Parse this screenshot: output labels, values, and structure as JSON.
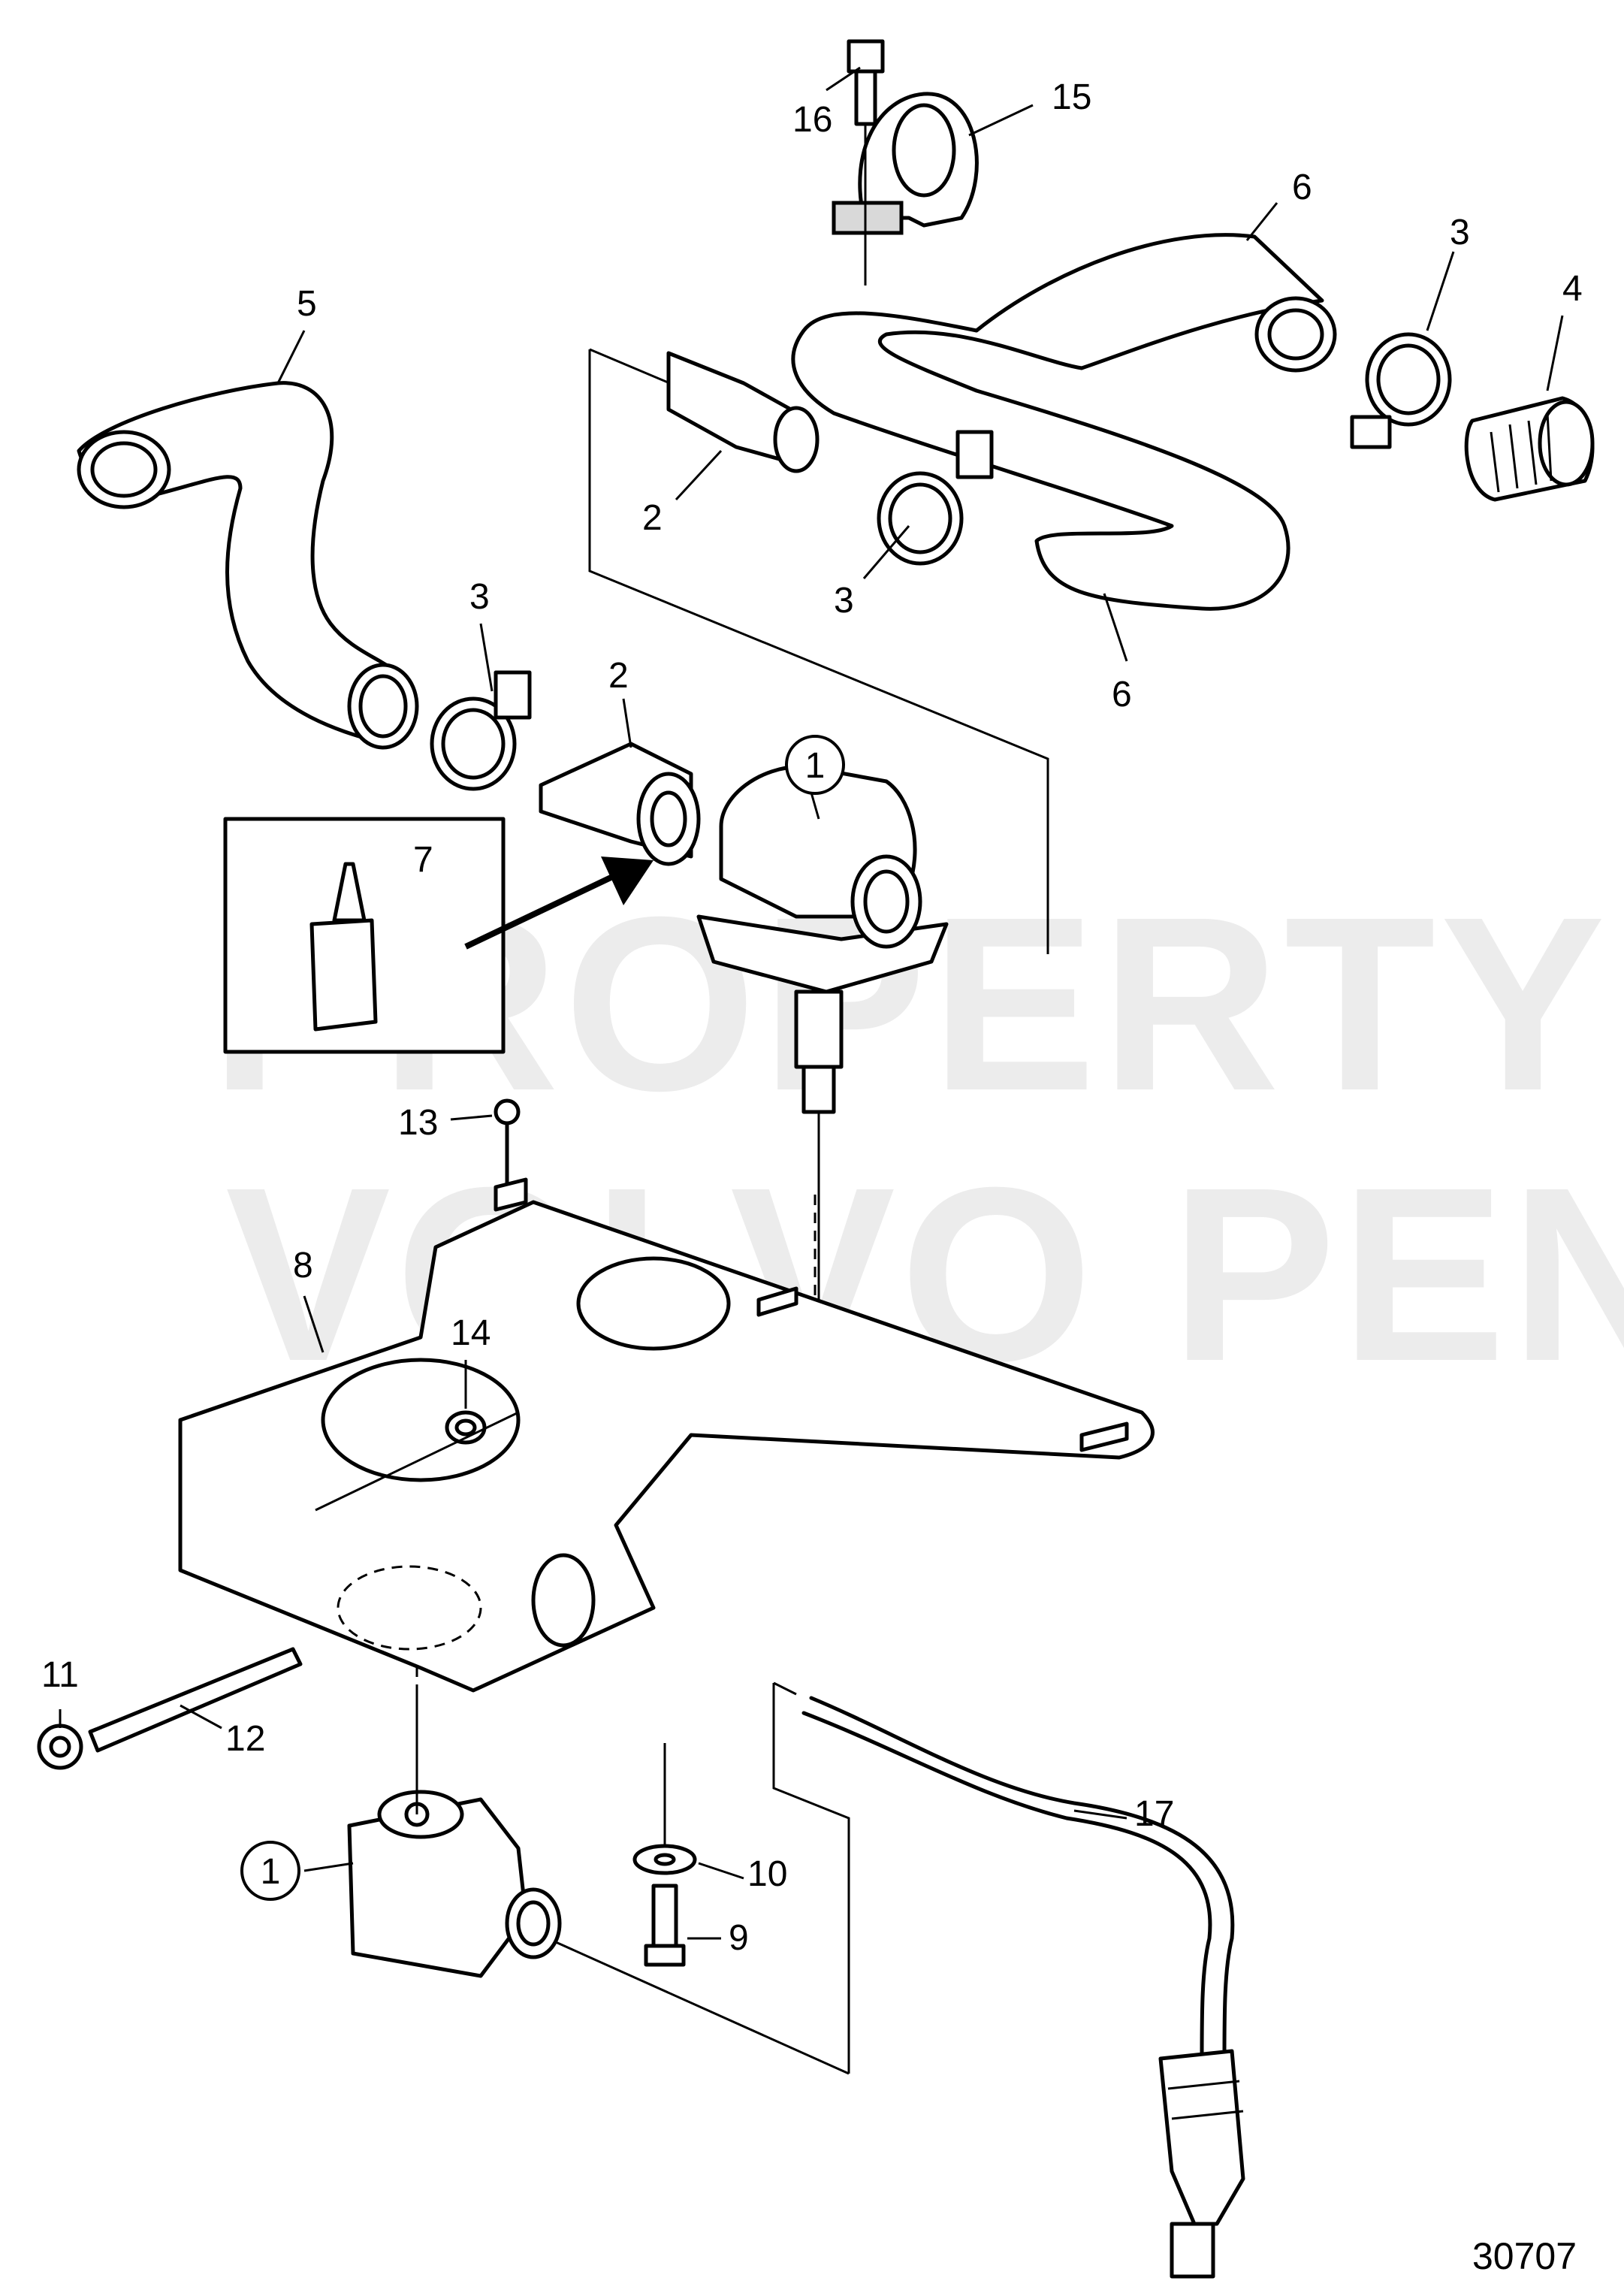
{
  "watermark": {
    "line1": "PROPERTY OF",
    "line2": "VOLVO PENTA"
  },
  "document_number": "30707",
  "part_labels": {
    "p1_top": "1",
    "p1_bottom": "1",
    "p2_upper": "2",
    "p2_lower": "2",
    "p3_upper_right": "3",
    "p3_upper_mid": "3",
    "p3_left": "3",
    "p4": "4",
    "p5": "5",
    "p6_upper": "6",
    "p6_lower": "6",
    "p7": "7",
    "p8": "8",
    "p9": "9",
    "p10": "10",
    "p11": "11",
    "p12": "12",
    "p13": "13",
    "p14": "14",
    "p15": "15",
    "p16": "16",
    "p17": "17"
  }
}
